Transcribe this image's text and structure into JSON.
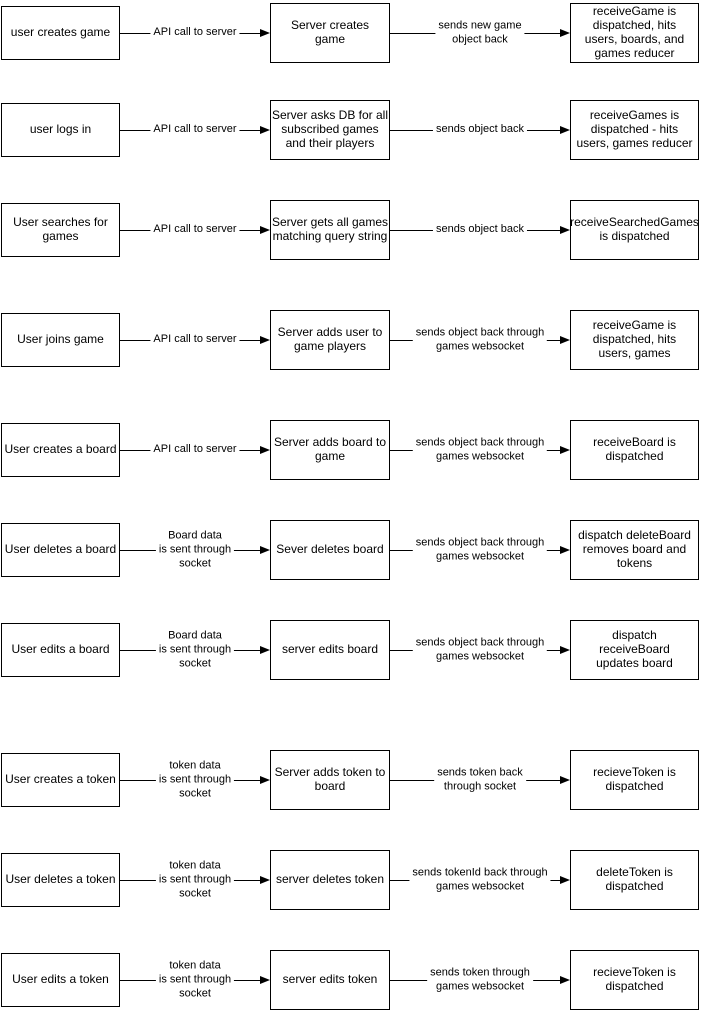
{
  "page": {
    "background_color": "#ffffff",
    "stroke_color": "#000000"
  },
  "diagram": {
    "type": "flowchart",
    "rows": [
      {
        "source": "user creates game",
        "request_label": "API call to server",
        "server": "Server creates\ngame",
        "response_label": "sends new game\nobject back",
        "result": "receiveGame is\ndispatched, hits\nusers, boards, and\ngames reducer"
      },
      {
        "source": "user logs in",
        "request_label": "API call to server",
        "server": "Server asks DB for all\nsubscribed games\nand their players",
        "response_label": "sends object back",
        "result": "receiveGames is\ndispatched - hits\nusers, games reducer"
      },
      {
        "source": "User searches for\ngames",
        "request_label": "API call to server",
        "server": "Server gets all games\nmatching query string",
        "response_label": "sends object back",
        "result": "receiveSearchedGames\nis dispatched"
      },
      {
        "source": "User joins game",
        "request_label": "API call to server",
        "server": "Server adds user to\ngame players",
        "response_label": "sends object back through\ngames websocket",
        "result": "receiveGame is\ndispatched, hits\nusers, games"
      },
      {
        "source": "User creates a board",
        "request_label": "API call to server",
        "server": "Server adds board to\ngame",
        "response_label": "sends object back through\ngames websocket",
        "result": "receiveBoard is\ndispatched"
      },
      {
        "source": "User deletes a board",
        "request_label": "Board data\nis sent through\nsocket",
        "server": "Sever deletes board",
        "response_label": "sends object back through\ngames websocket",
        "result": "dispatch deleteBoard\nremoves board and\ntokens"
      },
      {
        "source": "User edits a board",
        "request_label": "Board data\nis sent through\nsocket",
        "server": "server edits board",
        "response_label": "sends object back through\ngames websocket",
        "result": "dispatch\nreceiveBoard\nupdates board"
      },
      {
        "source": "User creates a token",
        "request_label": "token data\nis sent through\nsocket",
        "server": "Server adds token to\nboard",
        "response_label": "sends token back\nthrough socket",
        "result": "recieveToken is\ndispatched"
      },
      {
        "source": "User deletes a token",
        "request_label": "token data\nis sent through\nsocket",
        "server": "server deletes token",
        "response_label": "sends tokenId back through\ngames websocket",
        "result": "deleteToken is\ndispatched"
      },
      {
        "source": "User edits a token",
        "request_label": "token data\nis sent through\nsocket",
        "server": "server edits token",
        "response_label": "sends token through\ngames websocket",
        "result": "recieveToken is\ndispatched"
      }
    ]
  }
}
